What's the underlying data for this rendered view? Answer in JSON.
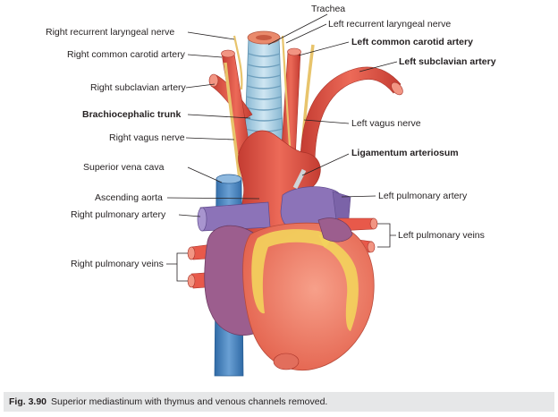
{
  "figure": {
    "number": "Fig. 3.90",
    "caption": "Superior mediastinum with thymus and venous channels removed."
  },
  "labels": {
    "trachea": "Trachea",
    "left_recurrent_laryngeal_nerve": "Left recurrent laryngeal nerve",
    "right_recurrent_laryngeal_nerve": "Right recurrent laryngeal nerve",
    "left_common_carotid_artery": "Left common carotid artery",
    "right_common_carotid_artery": "Right common carotid artery",
    "left_subclavian_artery": "Left subclavian artery",
    "right_subclavian_artery": "Right subclavian artery",
    "left_vagus_nerve": "Left vagus nerve",
    "brachiocephalic_trunk": "Brachiocephalic trunk",
    "right_vagus_nerve": "Right vagus nerve",
    "ligamentum_arteriosum": "Ligamentum arteriosum",
    "superior_vena_cava": "Superior vena cava",
    "left_pulmonary_artery": "Left pulmonary artery",
    "ascending_aorta": "Ascending aorta",
    "right_pulmonary_artery": "Right pulmonary artery",
    "left_pulmonary_veins": "Left pulmonary veins",
    "right_pulmonary_veins": "Right pulmonary veins"
  },
  "colors": {
    "artery": "#e8594a",
    "artery_dark": "#c43c32",
    "vein": "#4f87c0",
    "pulmonary_artery": "#8c73b8",
    "heart_muscle": "#f2806a",
    "fat": "#f3d35c",
    "trachea": "#a9cde0",
    "nerve": "#f0d48a",
    "atrium": "#9c5e8e"
  }
}
